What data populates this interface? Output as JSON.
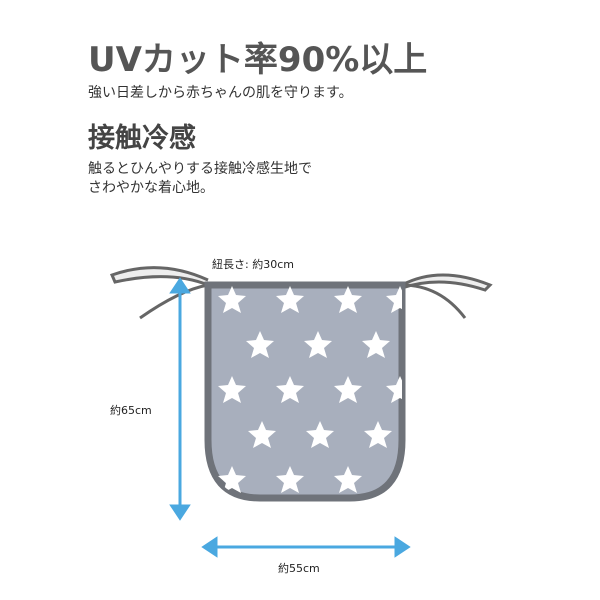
{
  "heading1": "UVカット率90%以上",
  "sub1": "強い日差しから赤ちゃんの肌を守ります。",
  "heading2": "接触冷感",
  "sub2_line1": "触るとひんやりする接触冷感生地で",
  "sub2_line2": "さわやかな着心地。",
  "labels": {
    "string_length": "紐長さ: 約30cm",
    "height": "約65cm",
    "width": "約55cm"
  },
  "colors": {
    "fabric": "#a8afbd",
    "border": "#6f737a",
    "arrow": "#4aa8e0"
  }
}
